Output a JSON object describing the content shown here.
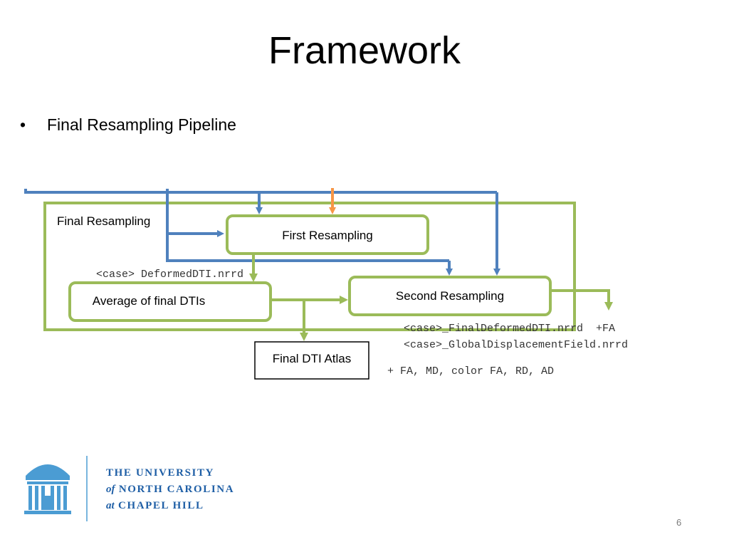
{
  "slide": {
    "title": "Framework",
    "bullet": "Final Resampling Pipeline",
    "page_number": "6"
  },
  "diagram": {
    "outer_label": "Final Resampling",
    "boxes": {
      "first_resampling": "First Resampling",
      "second_resampling": "Second Resampling",
      "average": "Average of final DTIs",
      "atlas": "Final DTI Atlas"
    },
    "annotations": {
      "deformed_dti": "<case> DeformedDTI.nrrd",
      "final_deformed": "<case>_FinalDeformedDTI.nrrd  +FA",
      "displacement": "<case>_GlobalDisplacementField.nrrd",
      "metrics": "+ FA, MD, color FA, RD, AD"
    },
    "colors": {
      "green": "#9bbb59",
      "blue": "#4f81bd",
      "orange": "#f79646",
      "black": "#000000"
    }
  },
  "footer": {
    "line1": "THE UNIVERSITY",
    "line2_prefix": "of",
    "line2": "NORTH CAROLINA",
    "line3_prefix": "at",
    "line3": "CHAPEL HILL",
    "logo": "old-well-logo"
  }
}
